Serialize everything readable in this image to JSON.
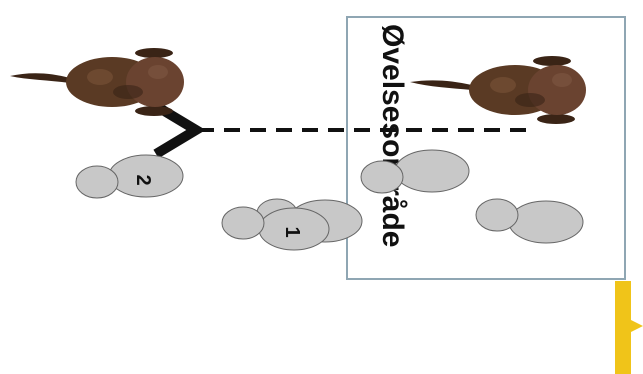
{
  "diagram": {
    "zone_label": "Øvelsesområde",
    "marker_1": "1",
    "marker_2": "2",
    "colors": {
      "zone_border": "#8fa6b3",
      "stone_fill": "#c8c8c8",
      "stone_stroke": "#666666",
      "fish_body": "#5a3a24",
      "fish_dark": "#3a2416",
      "arrow": "#111111",
      "post": "#f0c419"
    },
    "icons": {
      "fish": "flatfish-icon",
      "stone": "stone-icon",
      "arrow": "dashed-arrow-icon",
      "post": "yellow-post-icon"
    }
  }
}
